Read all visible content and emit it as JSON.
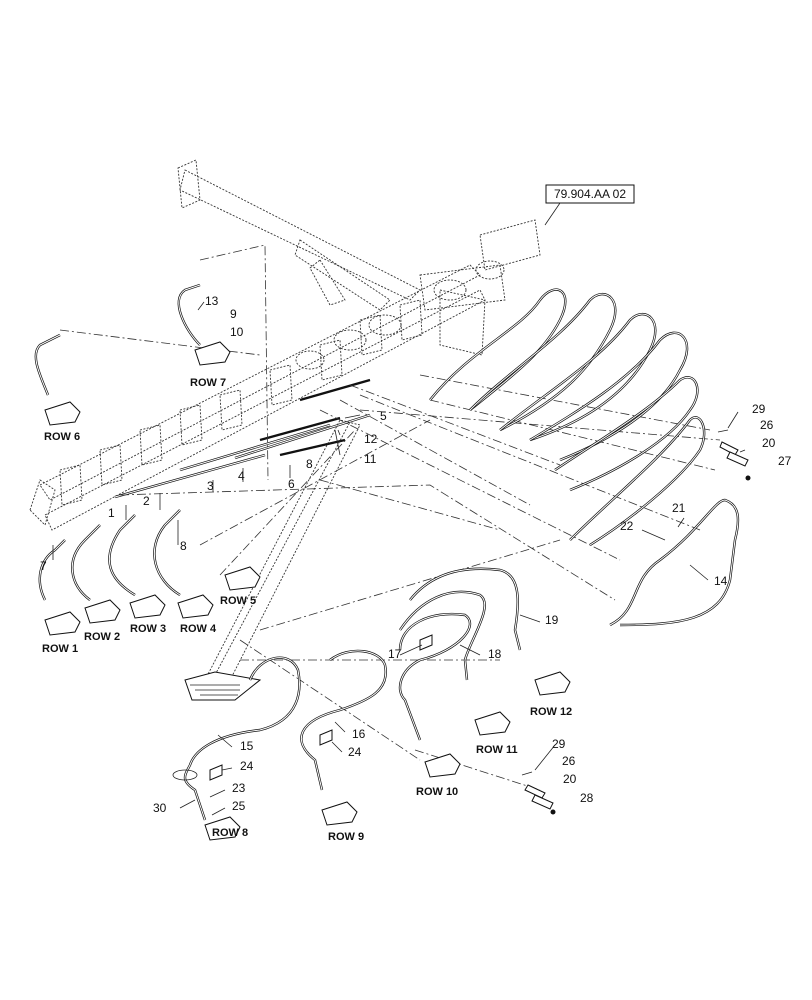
{
  "reference": {
    "label": "79.904.AA 02"
  },
  "callouts": [
    {
      "id": "c13",
      "text": "13"
    },
    {
      "id": "c9a",
      "text": "9"
    },
    {
      "id": "c10",
      "text": "10"
    },
    {
      "id": "c5",
      "text": "5"
    },
    {
      "id": "c12",
      "text": "12"
    },
    {
      "id": "c11",
      "text": "11"
    },
    {
      "id": "c8a",
      "text": "8"
    },
    {
      "id": "c6",
      "text": "6"
    },
    {
      "id": "c4",
      "text": "4"
    },
    {
      "id": "c3",
      "text": "3"
    },
    {
      "id": "c2",
      "text": "2"
    },
    {
      "id": "c1",
      "text": "1"
    },
    {
      "id": "c7",
      "text": "7"
    },
    {
      "id": "c8b",
      "text": "8"
    },
    {
      "id": "c29a",
      "text": "29"
    },
    {
      "id": "c26a",
      "text": "26"
    },
    {
      "id": "c20a",
      "text": "20"
    },
    {
      "id": "c27",
      "text": "27"
    },
    {
      "id": "c21",
      "text": "21"
    },
    {
      "id": "c22",
      "text": "22"
    },
    {
      "id": "c14",
      "text": "14"
    },
    {
      "id": "c19",
      "text": "19"
    },
    {
      "id": "c18",
      "text": "18"
    },
    {
      "id": "c17",
      "text": "17"
    },
    {
      "id": "c16",
      "text": "16"
    },
    {
      "id": "c24a",
      "text": "24"
    },
    {
      "id": "c15",
      "text": "15"
    },
    {
      "id": "c24b",
      "text": "24"
    },
    {
      "id": "c23",
      "text": "23"
    },
    {
      "id": "c25",
      "text": "25"
    },
    {
      "id": "c30",
      "text": "30"
    },
    {
      "id": "c29b",
      "text": "29"
    },
    {
      "id": "c26b",
      "text": "26"
    },
    {
      "id": "c20b",
      "text": "20"
    },
    {
      "id": "c28",
      "text": "28"
    }
  ],
  "rows": [
    {
      "id": "r1",
      "text": "ROW 1"
    },
    {
      "id": "r2",
      "text": "ROW 2"
    },
    {
      "id": "r3",
      "text": "ROW 3"
    },
    {
      "id": "r4",
      "text": "ROW 4"
    },
    {
      "id": "r5",
      "text": "ROW 5"
    },
    {
      "id": "r6",
      "text": "ROW 6"
    },
    {
      "id": "r7",
      "text": "ROW 7"
    },
    {
      "id": "r8",
      "text": "ROW 8"
    },
    {
      "id": "r9",
      "text": "ROW 9"
    },
    {
      "id": "r10",
      "text": "ROW 10"
    },
    {
      "id": "r11",
      "text": "ROW 11"
    },
    {
      "id": "r12",
      "text": "ROW 12"
    }
  ]
}
